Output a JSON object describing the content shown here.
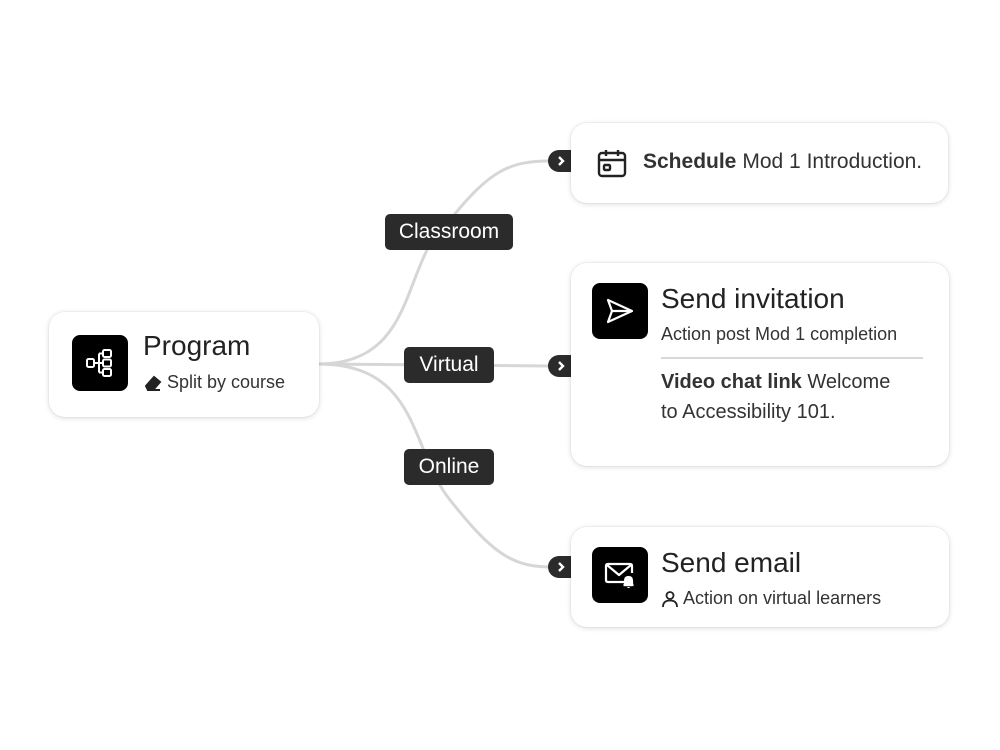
{
  "root": {
    "title": "Program",
    "subtitle": "Split by course",
    "icon": "workflow-icon",
    "subtitle_icon": "eraser-icon"
  },
  "branches": [
    {
      "label": "Classroom"
    },
    {
      "label": "Virtual"
    },
    {
      "label": "Online"
    }
  ],
  "nodes": {
    "schedule": {
      "icon": "calendar-icon",
      "bold": "Schedule",
      "text": "Mod 1 Introduction."
    },
    "invitation": {
      "icon": "send-icon",
      "title": "Send invitation",
      "subtitle": "Action post Mod 1 completion",
      "body_bold": "Video chat link",
      "body_text_line1": "Welcome",
      "body_text_line2": "to Accessibility 101."
    },
    "email": {
      "icon": "mail-bell-icon",
      "title": "Send email",
      "subtitle": "Action on virtual learners",
      "subtitle_icon": "user-icon"
    }
  },
  "colors": {
    "pill_bg": "#2b2b2b",
    "icon_bg": "#000000",
    "connector": "#d6d6d6"
  }
}
